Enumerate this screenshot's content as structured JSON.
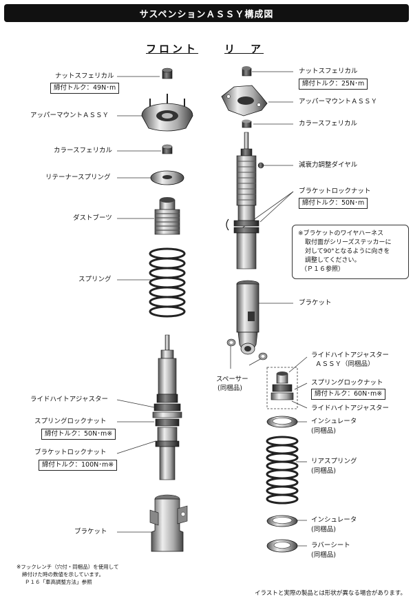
{
  "title": "サスペンションＡＳＳＹ構成図",
  "headers": {
    "front": "フロント",
    "rear": "リ　ア"
  },
  "front": {
    "nut_label": "ナットスフェリカル",
    "nut_torque": "締付トルク：49N･m",
    "upper_mount": "アッパーマウントＡＳＳＹ",
    "collar": "カラースフェリカル",
    "retainer_spring": "リテーナースプリング",
    "dust_boot": "ダストブーツ",
    "spring": "スプリング",
    "ride_height_adjuster": "ライドハイトアジャスター",
    "spring_lock_nut": "スプリングロックナット",
    "spring_lock_torque": "締付トルク：50N･m※",
    "bracket_lock_nut": "ブラケットロックナット",
    "bracket_lock_torque": "締付トルク：100N･m※",
    "bracket": "ブラケット"
  },
  "rear": {
    "nut_label": "ナットスフェリカル",
    "nut_torque": "締付トルク：25N･m",
    "upper_mount": "アッパーマウントＡＳＳＹ",
    "collar": "カラースフェリカル",
    "damping_dial": "減衰力調整ダイヤル",
    "bracket_lock_nut": "ブラケットロックナット",
    "bracket_lock_torque": "締付トルク：50N･m",
    "bracket": "ブラケット",
    "spacer": "スペーサー",
    "spacer_sub": "(同梱品)",
    "rha_assy": "ライドハイトアジャスター",
    "rha_assy_sub": "ＡＳＳＹ（同梱品）",
    "spring_lock_nut": "スプリングロックナット",
    "spring_lock_torque": "締付トルク：60N･m※",
    "ride_height_adjuster": "ライドハイトアジャスター",
    "insulator": "インシュレータ",
    "insulator_sub": "(同梱品)",
    "rear_spring": "リアスプリング",
    "rear_spring_sub": "(同梱品)",
    "insulator2": "インシュレータ",
    "insulator2_sub": "(同梱品)",
    "rubber_seat": "ラバーシート",
    "rubber_seat_sub": "(同梱品)"
  },
  "bracket_note": {
    "line1": "※ブラケットのワイヤハーネス",
    "line2": "取付面がシリーズステッカーに",
    "line3": "対して90°となるように向きを",
    "line4": "調整してください。",
    "line5": "（Ｐ１６参照）"
  },
  "hook_note": {
    "line1": "※フックレンチ（穴付・同梱品）を使用して",
    "line2": "締付けた時の数値を示しています。",
    "line3": "Ｐ１６「車高調整方法」参照"
  },
  "footer": "イラストと実際の製品とは形状が異なる場合があります。"
}
